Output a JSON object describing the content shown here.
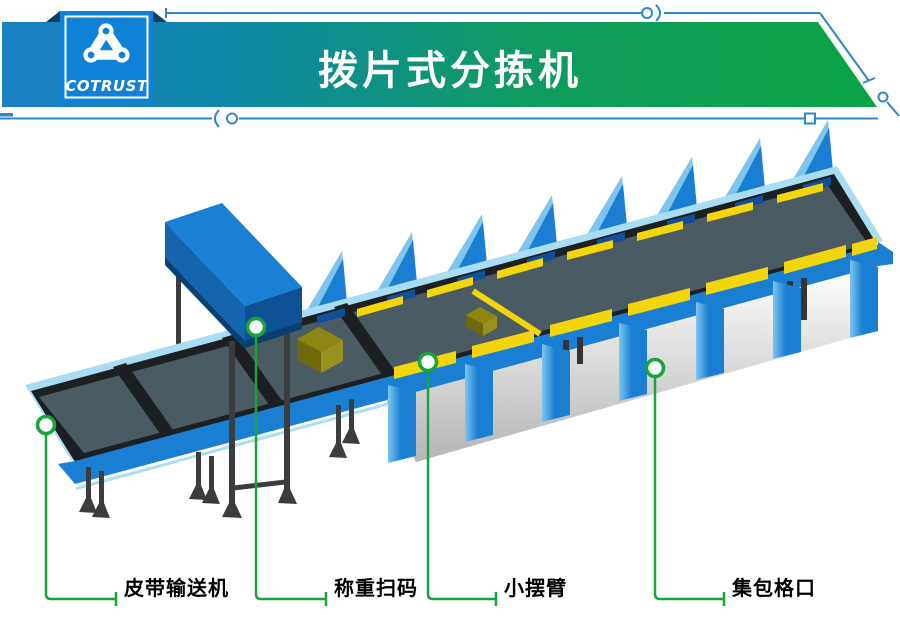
{
  "header": {
    "logo": {
      "text": "COTRUST",
      "icon": "chain-triangle-icon",
      "box_color": "#0f81d6"
    },
    "title": "拨片式分拣机",
    "banner_gradient": [
      "#1a7fc3",
      "#0e86a8",
      "#0f9b60",
      "#0aa344"
    ],
    "decor_line_color": "#2f87c8"
  },
  "diagram": {
    "marker_color": "#18a43c",
    "labels": [
      {
        "id": "belt-conveyor",
        "text": "皮带输送机"
      },
      {
        "id": "weigh-scan",
        "text": "称重扫码"
      },
      {
        "id": "swing-arm",
        "text": "小摆臂"
      },
      {
        "id": "package-slot",
        "text": "集包格口"
      }
    ],
    "colors": {
      "belt_surface": "#4b5b64",
      "frame_black": "#1d2023",
      "machine_blue": "#1a7fd2",
      "machine_blue_mid": "#1464ae",
      "machine_blue_dark": "#0d5094",
      "pale_blue": "#a8ddf4",
      "paddle_light_blue": "#7ec5ee",
      "highlight_yellow": "#f2d50a",
      "parcel_olive_top": "#8d8712",
      "parcel_olive_left": "#6f690d",
      "parcel_olive_right": "#99911d",
      "leg_gray": "#3a3c3d"
    }
  }
}
